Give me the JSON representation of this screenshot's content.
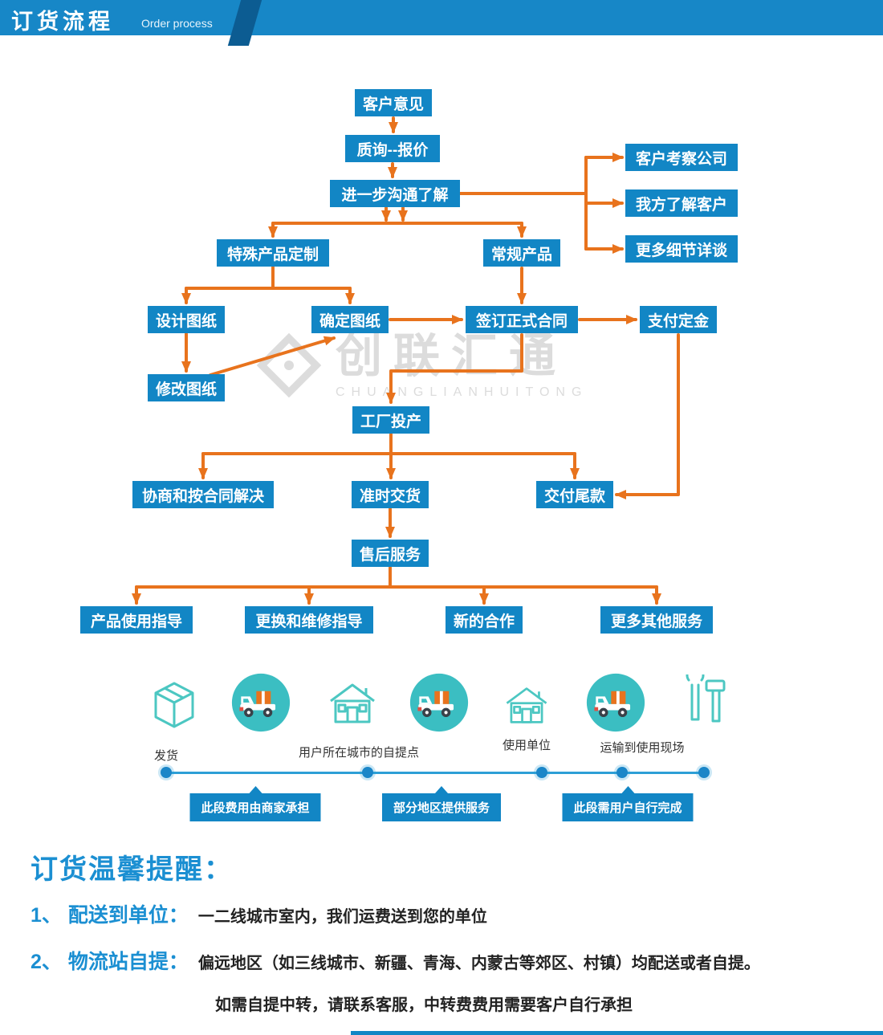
{
  "colors": {
    "header_blue": "#1787c7",
    "box_blue": "#1286c5",
    "arrow_orange": "#e8731d",
    "icon_teal": "#4cc7c2",
    "notice_blue": "#1b8fd2"
  },
  "header": {
    "title": "订货流程",
    "subtitle": "Order process"
  },
  "watermark": {
    "zh": "创联汇通",
    "en": "CHUANGLIANHUITONG"
  },
  "flow": {
    "nodes": [
      {
        "label": "客户意见"
      },
      {
        "label": "质询--报价"
      },
      {
        "label": "进一步沟通了解"
      },
      {
        "label": "客户考察公司"
      },
      {
        "label": "我方了解客户"
      },
      {
        "label": "更多细节详谈"
      },
      {
        "label": "特殊产品定制"
      },
      {
        "label": "常规产品"
      },
      {
        "label": "设计图纸"
      },
      {
        "label": "确定图纸"
      },
      {
        "label": "签订正式合同"
      },
      {
        "label": "支付定金"
      },
      {
        "label": "修改图纸"
      },
      {
        "label": "工厂投产"
      },
      {
        "label": "协商和按合同解决"
      },
      {
        "label": "准时交货"
      },
      {
        "label": "交付尾款"
      },
      {
        "label": "售后服务"
      },
      {
        "label": "产品使用指导"
      },
      {
        "label": "更换和维修指导"
      },
      {
        "label": "新的合作"
      },
      {
        "label": "更多其他服务"
      }
    ]
  },
  "logistics": {
    "station_labels": [
      {
        "label": "发货"
      },
      {
        "label": "用户所在城市的自提点"
      },
      {
        "label": "使用单位"
      },
      {
        "label": "运输到使用现场"
      }
    ],
    "segment_tags": [
      {
        "label": "此段费用由商家承担"
      },
      {
        "label": "部分地区提供服务"
      },
      {
        "label": "此段需用户自行完成"
      }
    ]
  },
  "notice": {
    "title": "订货温馨提醒：",
    "items": [
      {
        "num": "1、",
        "label": "配送到单位：",
        "text": "一二线城市室内，我们运费送到您的单位"
      },
      {
        "num": "2、",
        "label": "物流站自提：",
        "text": "偏远地区（如三线城市、新疆、青海、内蒙古等郊区、村镇）均配送或者自提。"
      }
    ],
    "footnote": "如需自提中转，请联系客服，中转费费用需要客户自行承担"
  }
}
